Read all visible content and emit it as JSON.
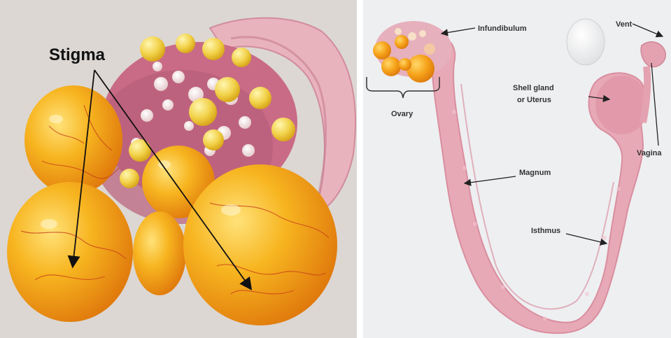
{
  "left_panel": {
    "label": "Stigma"
  },
  "right_panel": {
    "labels": {
      "infundibulum": "Infundibulum",
      "vent": "Vent",
      "shell_gland_line1": "Shell gland",
      "shell_gland_line2": "or Uterus",
      "ovary": "Ovary",
      "magnum": "Magnum",
      "vagina": "Vagina",
      "isthmus": "Isthmus"
    }
  },
  "colors": {
    "yolk": "#f5b21a",
    "yolk_dark": "#e08a10",
    "tissue_pink": "#e8a4b2",
    "background_left": "#d9d4d0",
    "background_right": "#eeeff1"
  }
}
